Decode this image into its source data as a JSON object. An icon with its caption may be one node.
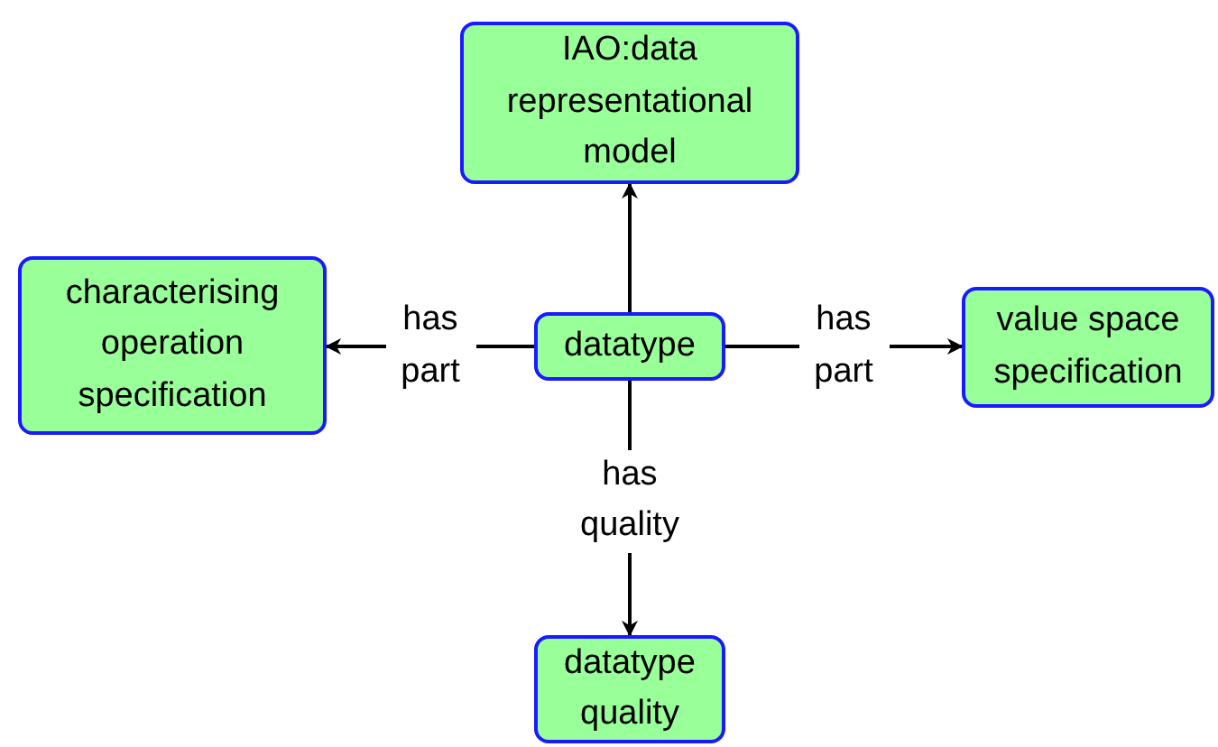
{
  "diagram": {
    "nodes": [
      {
        "text": [
          "datatype"
        ]
      },
      {
        "text": [
          "IAO:data representational model"
        ]
      },
      {
        "text": [
          "characterising operation specification"
        ]
      },
      {
        "text": [
          "value space specification"
        ]
      },
      {
        "text": [
          "datatype quality"
        ]
      }
    ],
    "edges": [
      {
        "from": 0,
        "to": 1,
        "arrow": "to"
      },
      {
        "from": 0,
        "to": 2,
        "arrow": "to",
        "label": "has part"
      },
      {
        "from": 0,
        "to": 3,
        "arrow": "to",
        "label": "has part"
      },
      {
        "from": 0,
        "to": 4,
        "arrow": "to",
        "label": "has quality"
      }
    ]
  }
}
